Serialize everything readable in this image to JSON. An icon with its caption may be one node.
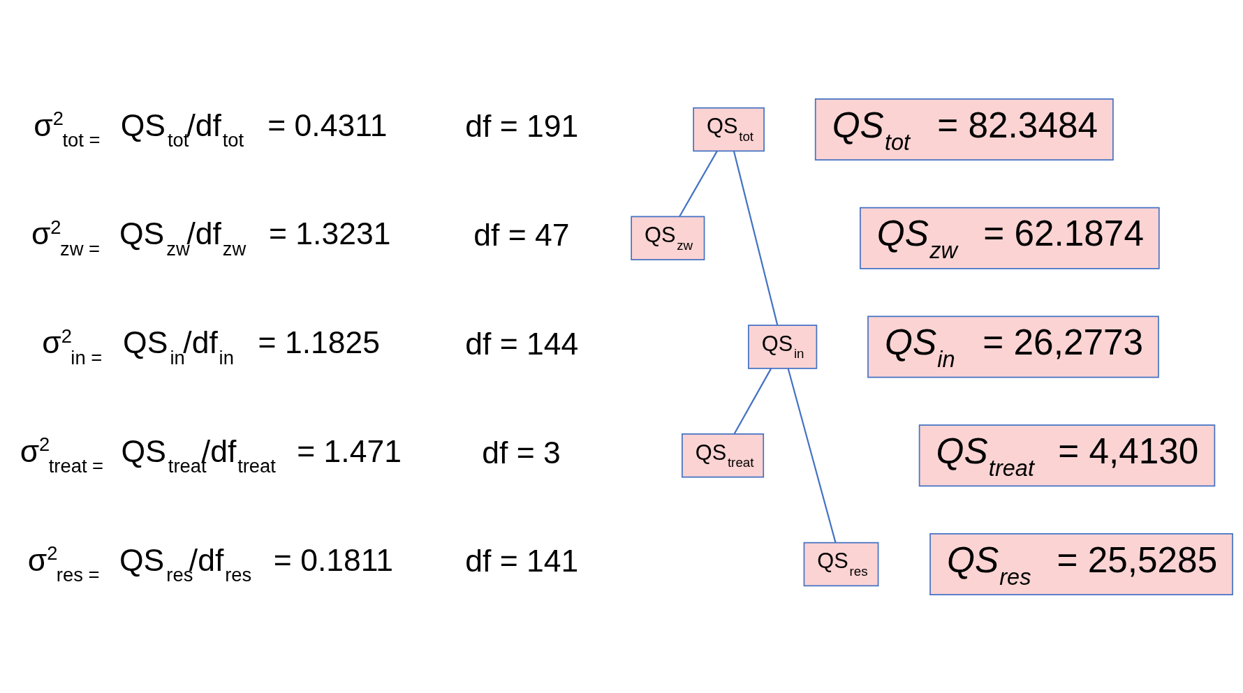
{
  "diagram": {
    "nodes": [
      {
        "text": [
          "QS$_{tot}$"
        ]
      },
      {
        "text": [
          "QS$_{zw}$"
        ]
      },
      {
        "text": [
          "QS$_{in}$"
        ]
      },
      {
        "text": [
          "QS$_{treat}$"
        ]
      },
      {
        "text": [
          "QS$_{res}$"
        ]
      },
      {
        "text": [
          "*QS$_{tot}$* = 82.3484"
        ]
      },
      {
        "text": [
          "*QS$_{zw}$* = 62.1874"
        ]
      },
      {
        "text": [
          "*QS$_{in}$* = 26,2773"
        ]
      },
      {
        "text": [
          "*QS$_{treat}$* = 4,4130"
        ]
      },
      {
        "text": [
          "*QS$_{res}$* = 25,5285"
        ]
      }
    ],
    "edges": [
      {
        "from": 0,
        "to": 1,
        "arrow": "none"
      },
      {
        "from": 0,
        "to": 2,
        "arrow": "none"
      },
      {
        "from": 2,
        "to": 3,
        "arrow": "none"
      },
      {
        "from": 2,
        "to": 4,
        "arrow": "none"
      }
    ],
    "labels": [
      "σ$^{2}$$_{tot =}$ QS$_{tot}$/df$_{tot}$ = 0.4311",
      "df = 191",
      "σ$^{2}$$_{zw =}$ QS$_{zw}$/df$_{zw}$ = 1.3231",
      "df = 47",
      "σ$^{2}$$_{in =}$ QS$_{in}$/df$_{in}$ = 1.1825",
      "df = 144",
      "σ$^{2}$$_{treat =}$ QS$_{treat}$/df$_{treat}$ = 1.471",
      "df = 3",
      "σ$^{2}$$_{res =}$ QS$_{res}$/df$_{res}$ = 0.1811",
      "df = 141"
    ]
  }
}
